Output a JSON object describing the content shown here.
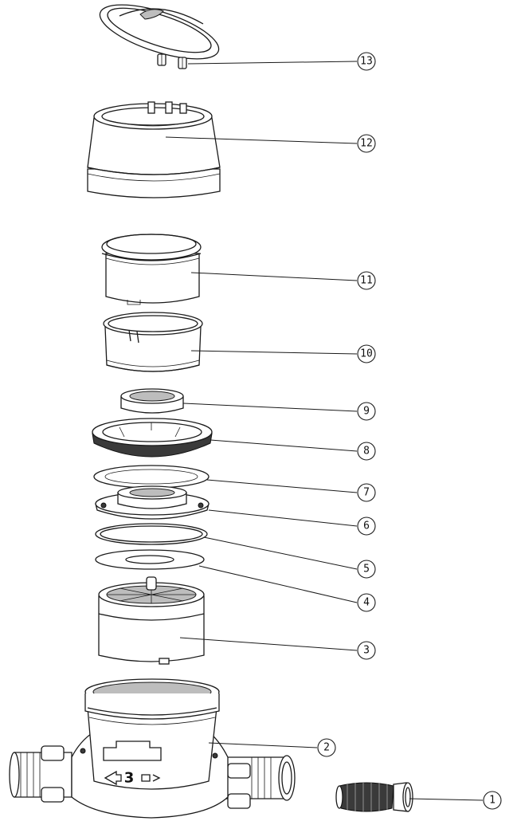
{
  "callouts": [
    {
      "id": "13",
      "label": "13"
    },
    {
      "id": "12",
      "label": "12"
    },
    {
      "id": "11",
      "label": "11"
    },
    {
      "id": "10",
      "label": "10"
    },
    {
      "id": "9",
      "label": "9"
    },
    {
      "id": "8",
      "label": "8"
    },
    {
      "id": "7",
      "label": "7"
    },
    {
      "id": "6",
      "label": "6"
    },
    {
      "id": "5",
      "label": "5"
    },
    {
      "id": "4",
      "label": "4"
    },
    {
      "id": "3",
      "label": "3"
    },
    {
      "id": "2",
      "label": "2"
    },
    {
      "id": "1",
      "label": "1"
    }
  ],
  "body_mark": "3"
}
